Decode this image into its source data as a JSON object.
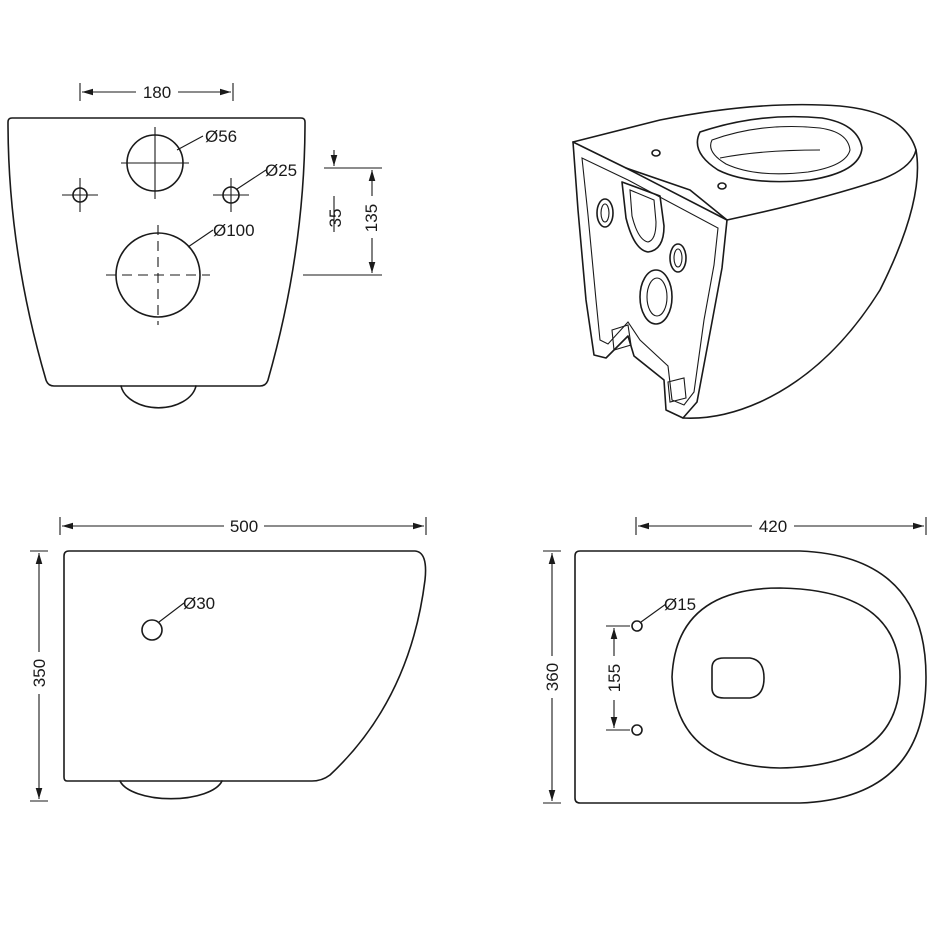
{
  "views": {
    "back": {
      "dims": {
        "width_180": "180",
        "hole_56": "Ø56",
        "hole_25": "Ø25",
        "hole_100": "Ø100",
        "height_35": "35",
        "height_135": "135"
      }
    },
    "side": {
      "dims": {
        "length_500": "500",
        "height_350": "350",
        "hole_30": "Ø30"
      }
    },
    "top": {
      "dims": {
        "length_420": "420",
        "width_360": "360",
        "spacing_155": "155",
        "hole_15": "Ø15"
      }
    }
  }
}
